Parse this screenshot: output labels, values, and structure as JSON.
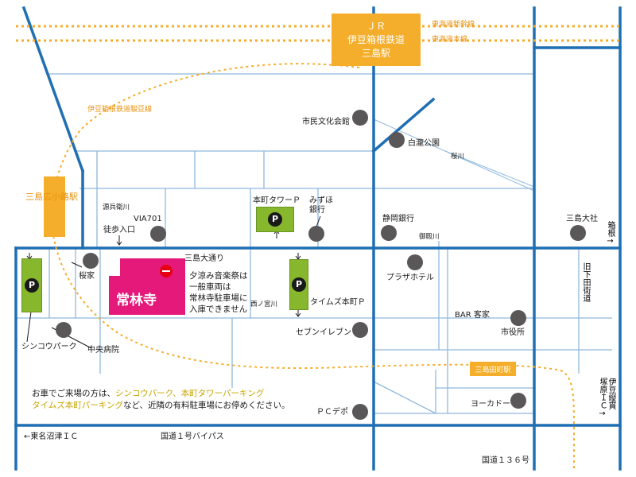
{
  "stations": {
    "jr": {
      "line1": "ＪＲ",
      "line2": "伊豆箱根鉄道",
      "line3": "三島駅"
    },
    "mishima_hirokoji": "三島広小路駅",
    "mishima_tamachi": "三島田町駅"
  },
  "rail_lines": {
    "tokaido_shinkansen": "東海道新幹線",
    "tokaido_main": "東海道本線",
    "izuhakone_sunzu": "伊豆箱根鉄道駿豆線"
  },
  "temple": {
    "name": "常林寺",
    "entrance": "徒歩入口"
  },
  "notice": {
    "text": "夕涼み音楽祭は\n一般車両は\n常林寺駐車場に\n入庫できません"
  },
  "parking": {
    "honmachi_tower": "本町タワーＰ",
    "times_honmachi": "タイムズ本町Ｐ",
    "shinko": "シンコウパーク",
    "symbol": "P"
  },
  "poi": {
    "shimin_bunka": "市民文化会館",
    "hakuryu_park": "白瀧公園",
    "via701": "VIA701",
    "mizuho": "みずほ\n銀行",
    "shizuoka_bank": "静岡銀行",
    "mishima_taisha": "三島大社",
    "sakuraya": "桜家",
    "plaza_hotel": "プラザホテル",
    "bar_kyakuya": "BAR 客家",
    "city_office": "市役所",
    "seven_eleven": "セブンイレブン",
    "chuo_hospital": "中央病院",
    "pc_depot": "ＰＣデポ",
    "yorkado": "ヨーカドー"
  },
  "roads": {
    "mishima_odori": "三島大通り",
    "nishi_no_miya_river": "西ノ宮川",
    "genbei_river": "源兵衛川",
    "sakura_river": "桜川",
    "gotenbashi_river": "御殿川",
    "kyu_shimoda": "旧下田街道",
    "hakone": "箱根→",
    "tomei_numazu": "←東名沼津ＩＣ",
    "route1_bypass": "国道１号バイパス",
    "route136": "国道１３６号",
    "izu_jukan": "伊豆縦貫\n塚原ＩＣ→"
  },
  "info": {
    "part1": "お車でご来場の方は、",
    "highlight1": "シンコウパーク、本町タワーパーキング",
    "highlight2": "タイムズ本町パーキング",
    "part2": "など、近隣の有料駐車場にお停めください。"
  },
  "colors": {
    "road_main": "#1f6fb3",
    "road_minor": "#8fb8dd",
    "rail": "#f5ae2b",
    "temple": "#e5197a",
    "parking": "#86b72d",
    "poi": "#595757",
    "no_entry": "#e60012"
  }
}
